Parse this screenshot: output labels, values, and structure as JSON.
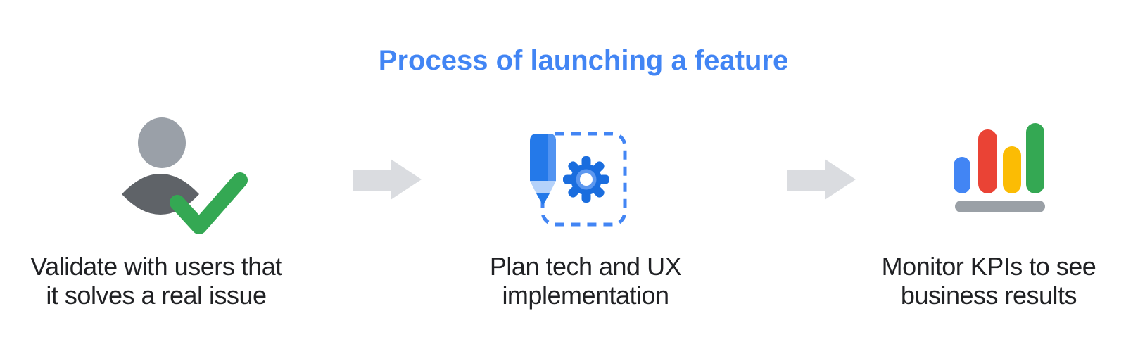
{
  "title": {
    "text": "Process of launching a feature"
  },
  "steps": [
    {
      "icon": "user-check-icon",
      "label": "Validate with users that it solves a real issue",
      "line1": "Validate with users that",
      "line2": "it solves a real issue"
    },
    {
      "icon": "pencil-gear-icon",
      "label": "Plan tech and UX implementation",
      "line1": "Plan tech and UX",
      "line2": "implementation"
    },
    {
      "icon": "bar-chart-icon",
      "label": "Monitor KPIs to see business results",
      "line1": "Monitor KPIs to see",
      "line2": "business results"
    }
  ],
  "arrows": {
    "icon": "arrow-right-icon",
    "count": 2
  },
  "colors": {
    "background": "#FFFFFF",
    "title_blue": "#4285F4",
    "text_dark": "#202124",
    "arrow_gray": "#DADCE0",
    "head_gray": "#9AA0A8",
    "body_gray": "#5F6368",
    "check_green": "#34A853",
    "pencil_blue": "#2479E9",
    "pencil_highlight": "#5193F1",
    "pencil_tip": "#B5D2FA",
    "gear_blue": "#1A6DDE",
    "gear_ring": "#5C97EF",
    "dashed_blue": "#4285F4",
    "bar_blue": "#4285F4",
    "bar_red": "#EA4335",
    "bar_yellow": "#FBBC04",
    "bar_green": "#34A853",
    "platform_gray": "#9AA0A6"
  }
}
